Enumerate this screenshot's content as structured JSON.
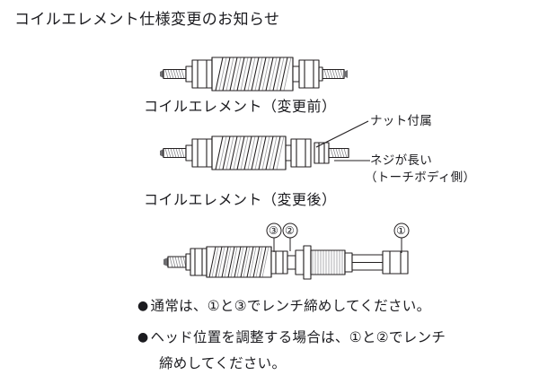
{
  "document": {
    "title": "コイルエレメント仕様変更のお知らせ",
    "background_color": "#ffffff",
    "text_color": "#1b1b1f",
    "line_color": "#231f20"
  },
  "figures": [
    {
      "id": "coil-element-before",
      "caption": "コイルエレメント（変更前）",
      "description": "coil-element-before-diagram"
    },
    {
      "id": "coil-element-after",
      "caption": "コイルエレメント（変更後）",
      "description": "coil-element-after-diagram"
    },
    {
      "id": "coil-element-assembly",
      "caption": "",
      "description": "coil-element-assembly-diagram"
    }
  ],
  "callouts": [
    {
      "id": "nut-included",
      "label": "ナット付属"
    },
    {
      "id": "long-screw",
      "label": "ネジが長い"
    },
    {
      "id": "torch-body-side",
      "label": "（トーチボディ側）"
    }
  ],
  "markers": [
    {
      "id": "marker-3",
      "label": "③"
    },
    {
      "id": "marker-2",
      "label": "②"
    },
    {
      "id": "marker-1",
      "label": "①"
    }
  ],
  "notes": [
    {
      "bullet": "●",
      "line1": "通常は、①と③でレンチ締めしてください。",
      "line2": ""
    },
    {
      "bullet": "●",
      "line1": "ヘッド位置を調整する場合は、①と②でレンチ",
      "line2": "締めしてください。"
    }
  ]
}
